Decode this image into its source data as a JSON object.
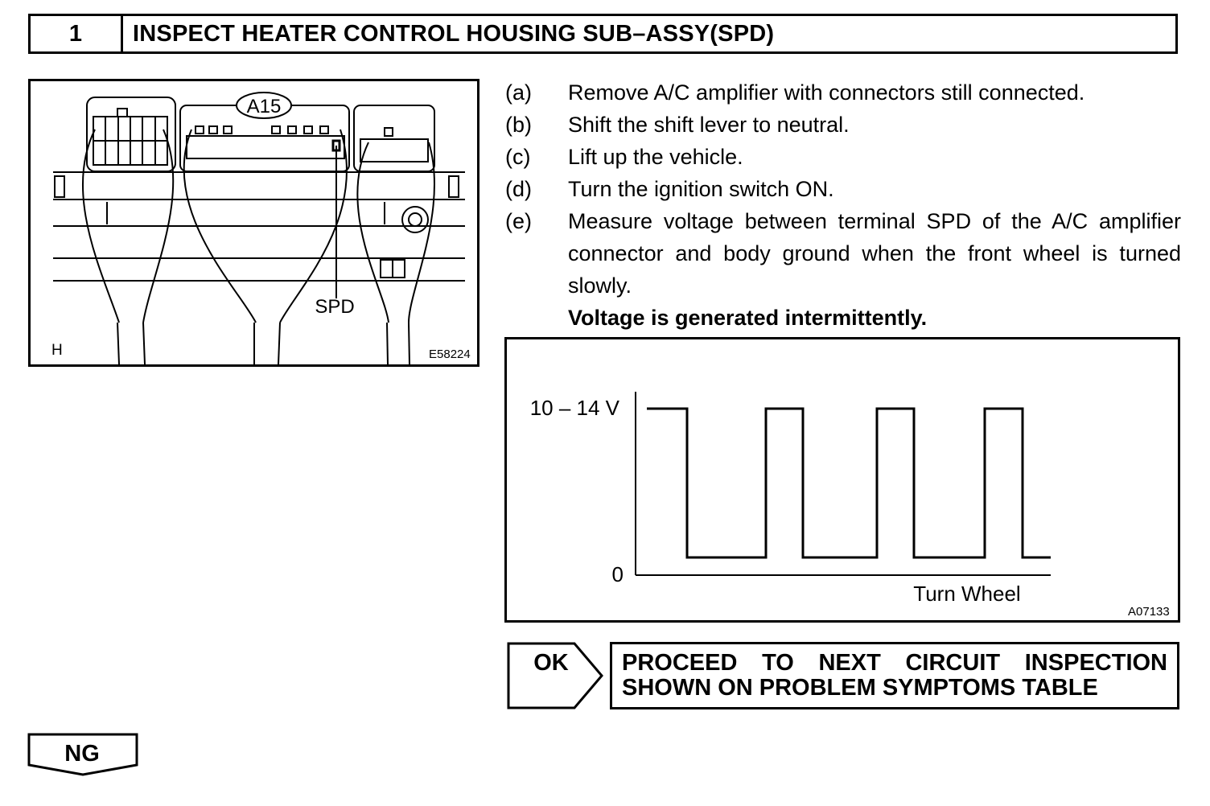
{
  "step": {
    "number": "1",
    "title": "INSPECT HEATER CONTROL HOUSING SUB–ASSY(SPD)"
  },
  "illustration": {
    "connector_label": "A15",
    "terminal_label": "SPD",
    "view_letter": "H",
    "figure_code": "E58224"
  },
  "instructions": [
    {
      "label": "(a)",
      "text": "Remove A/C amplifier with connectors still connected."
    },
    {
      "label": "(b)",
      "text": "Shift the shift lever to neutral."
    },
    {
      "label": "(c)",
      "text": "Lift up the vehicle."
    },
    {
      "label": "(d)",
      "text": "Turn the ignition switch ON."
    },
    {
      "label": "(e)",
      "text": "Measure voltage between terminal SPD of the A/C amplifier connector and body ground when the front wheel is turned slowly."
    }
  ],
  "result": "Voltage is generated intermittently.",
  "chart_data": {
    "type": "line",
    "y_labels": [
      "10 – 14 V",
      "0"
    ],
    "xlabel": "Turn Wheel",
    "figure_code": "A07133",
    "levels": [
      "high",
      "low",
      "high",
      "low",
      "high",
      "low",
      "high",
      "low"
    ]
  },
  "ok_button": {
    "label": "OK"
  },
  "proceed": {
    "line1": "PROCEED TO NEXT CIRCUIT INSPECTION",
    "line2": "SHOWN ON PROBLEM SYMPTOMS TABLE"
  },
  "ng_button": {
    "label": "NG"
  }
}
